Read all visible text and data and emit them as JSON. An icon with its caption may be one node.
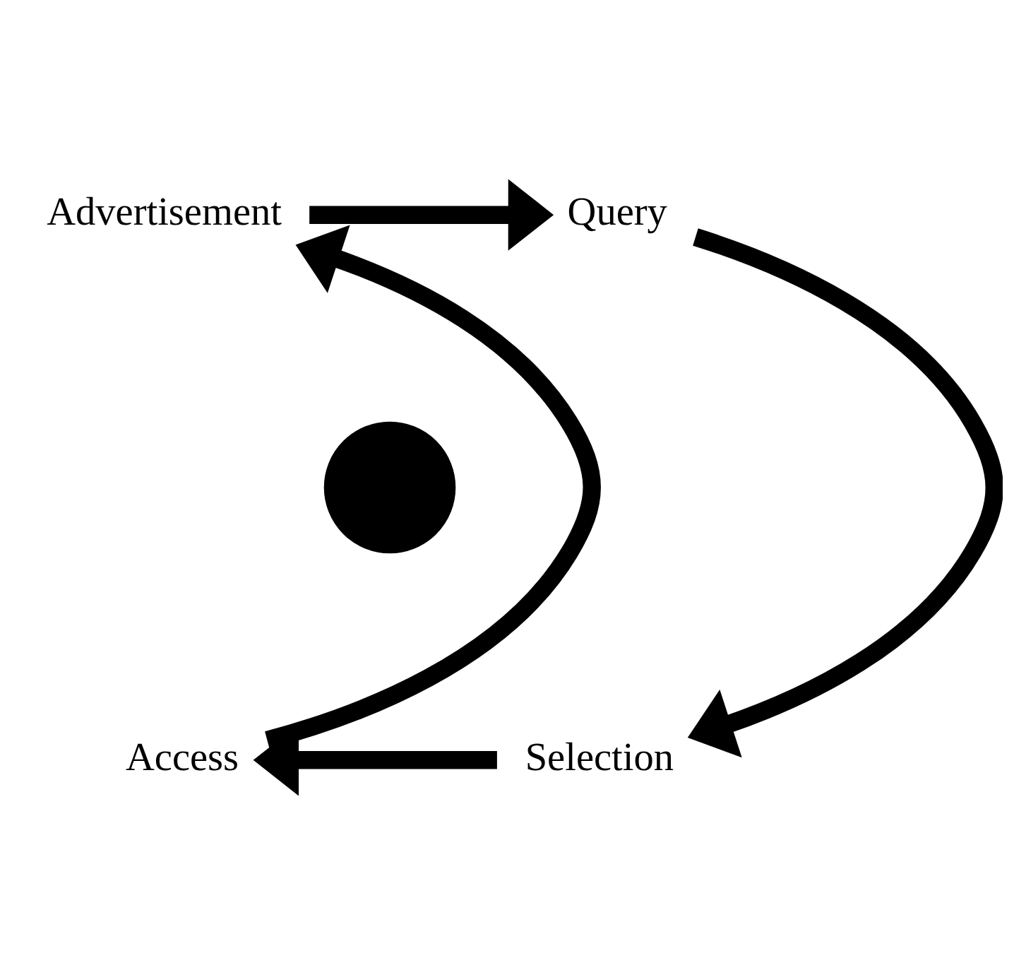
{
  "diagram": {
    "nodes": [
      {
        "text": [
          "Advertisement"
        ]
      },
      {
        "text": [
          "Query"
        ]
      },
      {
        "text": [],
        "shape": "circle"
      },
      {
        "text": [
          "Access"
        ]
      },
      {
        "text": [
          "Selection"
        ]
      }
    ],
    "edges": [
      {
        "from": 0,
        "to": 1,
        "arrow": "to"
      },
      {
        "from": 1,
        "to": 4,
        "arrow": "to"
      },
      {
        "from": 4,
        "to": 3,
        "arrow": "to"
      },
      {
        "from": 3,
        "to": 0,
        "arrow": "to"
      }
    ]
  }
}
